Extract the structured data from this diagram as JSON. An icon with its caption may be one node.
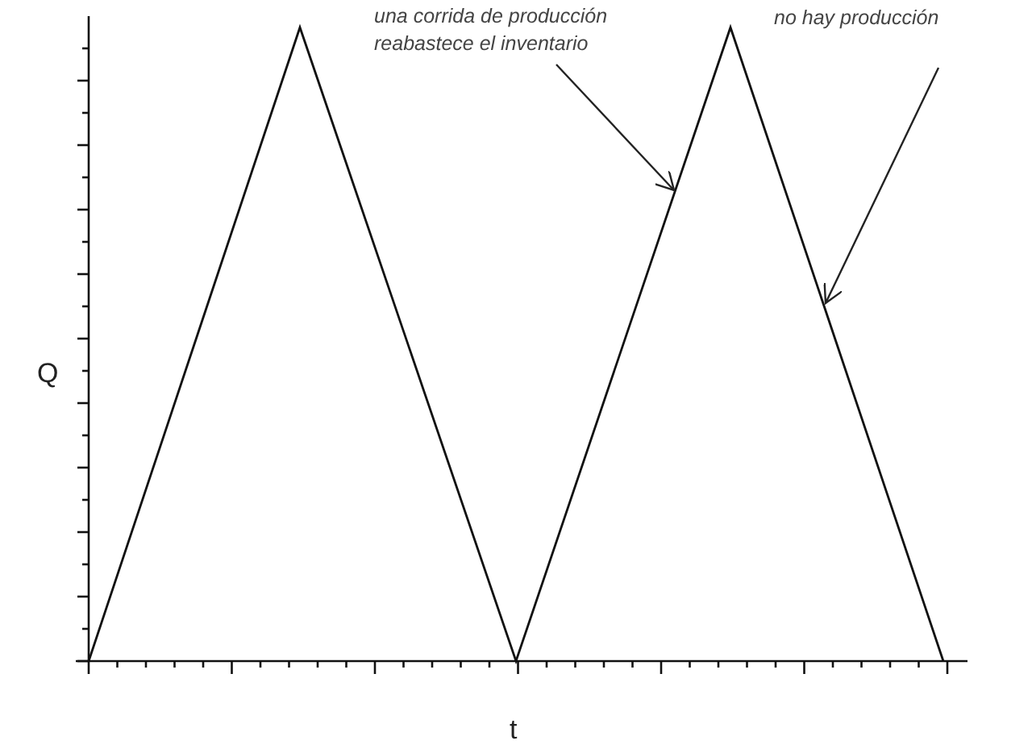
{
  "diagram": {
    "nodes": [
      {
        "text": [
          "una corrida de producción reabastece el inventario"
        ]
      },
      {
        "text": [
          "no hay producción"
        ]
      }
    ],
    "edges": [
      {
        "from": 0,
        "to": null,
        "arrow": "to"
      },
      {
        "from": 1,
        "to": null,
        "arrow": "to"
      }
    ],
    "labels": [
      "Q",
      "t"
    ]
  }
}
